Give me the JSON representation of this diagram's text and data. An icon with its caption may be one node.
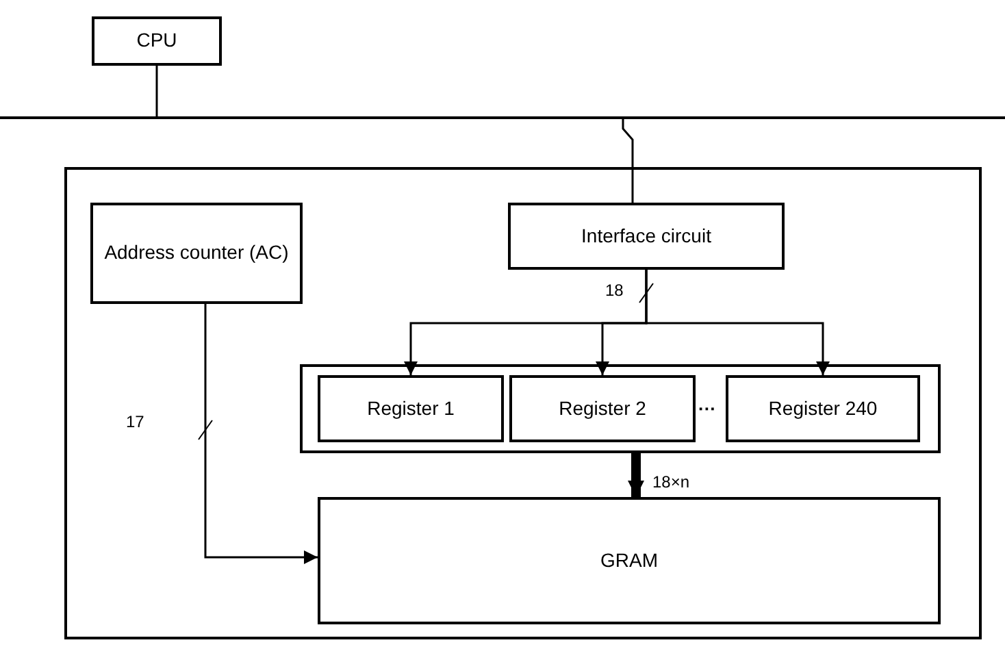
{
  "diagram": {
    "nodes": [
      {
        "text": [
          "CPU"
        ]
      },
      {
        "text": [],
        "shape": "bar"
      },
      {
        "text": [],
        "shape": "box"
      },
      {
        "text": [
          "Address counter (AC)"
        ],
        "in": 2
      },
      {
        "text": [
          "Interface circuit"
        ],
        "in": 2
      },
      {
        "text": [],
        "shape": "box",
        "in": 2
      },
      {
        "text": [
          "Register 1"
        ],
        "in": 5
      },
      {
        "text": [
          "Register 2"
        ],
        "in": 5
      },
      {
        "text": [
          "Register 240"
        ],
        "in": 5
      },
      {
        "text": [
          "GRAM"
        ],
        "in": 2
      }
    ],
    "edges": [
      {
        "from": 0,
        "to": 1,
        "arrow": "none"
      },
      {
        "from": 1,
        "to": 4,
        "arrow": "none"
      },
      {
        "from": 4,
        "to": 6,
        "arrow": "to",
        "label": "18"
      },
      {
        "from": 4,
        "to": 7,
        "arrow": "to"
      },
      {
        "from": 4,
        "to": 8,
        "arrow": "to"
      },
      {
        "from": 3,
        "to": 9,
        "arrow": "to",
        "label": "17"
      },
      {
        "from": 5,
        "to": 9,
        "arrow": "to",
        "label": "18×n",
        "style": "thick"
      }
    ],
    "labels": [
      "···"
    ]
  }
}
